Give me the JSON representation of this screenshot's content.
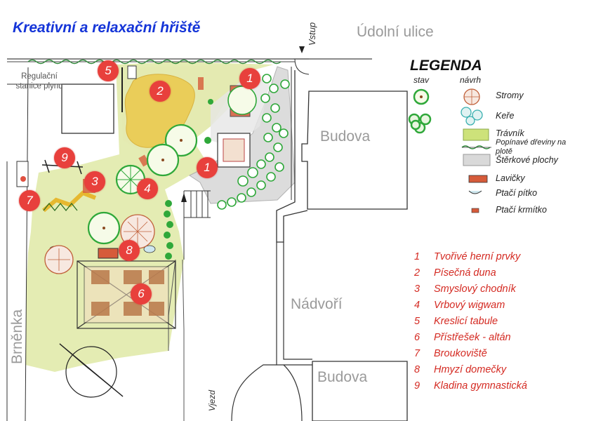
{
  "title": "Kreativní a relaxační hřiště",
  "streets": {
    "top": "Údolní ulice",
    "left": "Brněnka",
    "entrance": "Vstup",
    "driveway": "Vjezd"
  },
  "areas": {
    "building_top": "Budova",
    "courtyard": "Nádvoří",
    "building_bottom": "Budova",
    "gas_station": "Regulační stanice plynu"
  },
  "legend": {
    "heading": "LEGENDA",
    "col_existing": "stav",
    "col_proposed": "návrh",
    "entries": [
      {
        "label": "Stromy",
        "icon": "tree-icon"
      },
      {
        "label": "Keře",
        "icon": "shrub-icon"
      },
      {
        "label": "Trávník",
        "icon": "lawn-icon"
      },
      {
        "label": "Popínavé dřeviny na plotě",
        "icon": "climbing-plant-icon"
      },
      {
        "label": "Štěrkové plochy",
        "icon": "gravel-icon"
      },
      {
        "label": "Lavičky",
        "icon": "bench-icon"
      },
      {
        "label": "Ptačí pítko",
        "icon": "bird-bath-icon"
      },
      {
        "label": "Ptačí krmítko",
        "icon": "bird-feeder-icon"
      }
    ]
  },
  "items": [
    {
      "num": "1",
      "label": "Tvořivé herní prvky"
    },
    {
      "num": "2",
      "label": "Písečná duna"
    },
    {
      "num": "3",
      "label": "Smyslový chodník"
    },
    {
      "num": "4",
      "label": "Vrbový wigwam"
    },
    {
      "num": "5",
      "label": "Kreslicí tabule"
    },
    {
      "num": "6",
      "label": "Přístřešek - altán"
    },
    {
      "num": "7",
      "label": "Broukoviště"
    },
    {
      "num": "8",
      "label": "Hmyzí domečky"
    },
    {
      "num": "9",
      "label": "Kladina gymnastická"
    }
  ],
  "markers": [
    "1",
    "1",
    "2",
    "3",
    "4",
    "5",
    "6",
    "7",
    "8",
    "9"
  ],
  "colors": {
    "title": "#1535d8",
    "marker": "#e8403c",
    "item_text": "#d42a22",
    "lawn": "#c8dc7a",
    "sand": "#e8c85a",
    "tree": "#2fa83a"
  }
}
